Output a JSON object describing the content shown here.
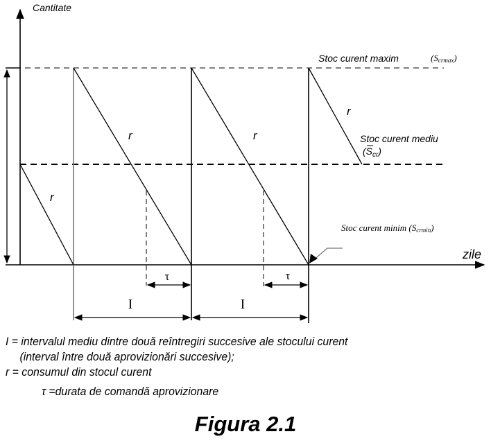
{
  "diagram": {
    "y_axis_label": "Cantitate",
    "x_axis_label": "zile",
    "level_labels": {
      "max": "Stoc curent maxim",
      "max_symbol": "(S",
      "max_sub": "crmax",
      "max_close": ")",
      "mean": "Stoc curent mediu",
      "mean_symbol_open": "(",
      "mean_symbol": "S",
      "mean_sub": "cr",
      "mean_close": ")",
      "min": "Stoc curent minim (S",
      "min_sub": "crmin",
      "min_close": ")"
    },
    "consumption_label": "r",
    "lead_time_label": "τ",
    "interval_label": "I",
    "cycles": 3,
    "levels": {
      "max": 1.0,
      "mean": 0.5,
      "min": 0.0
    }
  },
  "legend": {
    "line1": "I = intervalul mediu dintre două reîntregiri succesive ale stocului curent",
    "line2": "(interval între două aprovizionări succesive);",
    "line3": "r = consumul din stocul curent",
    "line4": "τ =durata de comandă aprovizionare"
  },
  "caption": "Figura 2.1"
}
